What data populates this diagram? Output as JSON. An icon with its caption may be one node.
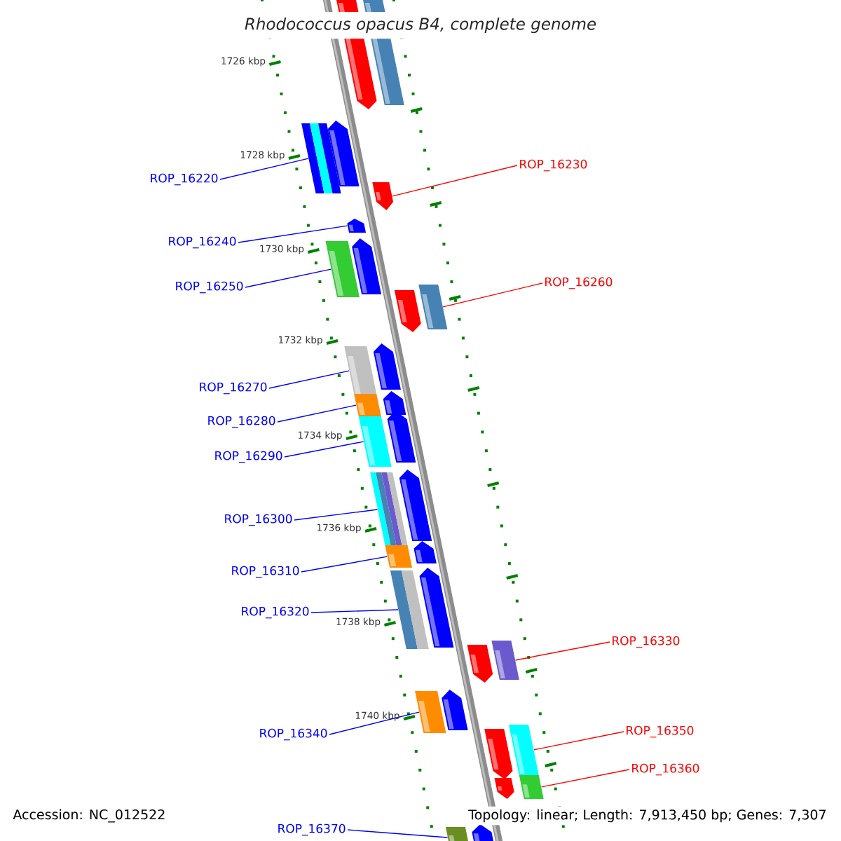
{
  "diagram": {
    "title": "Rhodococcus opacus B4, complete genome",
    "nodes": [
      {
        "text": [
          "ROP_16220"
        ]
      },
      {
        "text": [
          "ROP_16230"
        ]
      },
      {
        "text": [
          "ROP_16240"
        ]
      },
      {
        "text": [
          "ROP_16250"
        ]
      },
      {
        "text": [
          "ROP_16260"
        ]
      },
      {
        "text": [
          "ROP_16270"
        ]
      },
      {
        "text": [
          "ROP_16280"
        ]
      },
      {
        "text": [
          "ROP_16290"
        ]
      },
      {
        "text": [
          "ROP_16300"
        ]
      },
      {
        "text": [
          "ROP_16310"
        ]
      },
      {
        "text": [
          "ROP_16320"
        ]
      },
      {
        "text": [
          "ROP_16330"
        ]
      },
      {
        "text": [
          "ROP_16340"
        ]
      },
      {
        "text": [
          "ROP_16350"
        ]
      },
      {
        "text": [
          "ROP_16360"
        ]
      },
      {
        "text": [
          "ROP_16370"
        ]
      },
      {
        "text": [],
        "shape": "bar"
      },
      {
        "text": [],
        "shape": "bar"
      },
      {
        "text": [],
        "shape": "bar"
      },
      {
        "text": [],
        "shape": "bar"
      },
      {
        "text": [],
        "shape": "bar"
      },
      {
        "text": [],
        "shape": "bar"
      },
      {
        "text": [],
        "shape": "bar"
      },
      {
        "text": [],
        "shape": "bar"
      },
      {
        "text": [],
        "shape": "bar"
      },
      {
        "text": [],
        "shape": "bar"
      },
      {
        "text": [],
        "shape": "bar"
      },
      {
        "text": [],
        "shape": "bar"
      },
      {
        "text": [],
        "shape": "bar"
      },
      {
        "text": [],
        "shape": "bar"
      },
      {
        "text": [],
        "shape": "bar"
      },
      {
        "text": [],
        "shape": "bar"
      }
    ],
    "edges": [
      {
        "from": 0,
        "to": 16,
        "arrow": "none"
      },
      {
        "from": 1,
        "to": 17,
        "arrow": "none",
        "color": "#ff0000"
      },
      {
        "from": 2,
        "to": 18,
        "arrow": "none"
      },
      {
        "from": 3,
        "to": 19,
        "arrow": "none"
      },
      {
        "from": 4,
        "to": 20,
        "arrow": "none",
        "color": "#ff0000"
      },
      {
        "from": 5,
        "to": 21,
        "arrow": "none"
      },
      {
        "from": 6,
        "to": 22,
        "arrow": "none"
      },
      {
        "from": 7,
        "to": 23,
        "arrow": "none"
      },
      {
        "from": 8,
        "to": 24,
        "arrow": "none"
      },
      {
        "from": 9,
        "to": 25,
        "arrow": "none"
      },
      {
        "from": 10,
        "to": 26,
        "arrow": "none"
      },
      {
        "from": 11,
        "to": 27,
        "arrow": "none",
        "color": "#ff0000"
      },
      {
        "from": 12,
        "to": 28,
        "arrow": "none"
      },
      {
        "from": 13,
        "to": 29,
        "arrow": "none",
        "color": "#ff0000"
      },
      {
        "from": 14,
        "to": 30,
        "arrow": "none",
        "color": "#ff0000"
      },
      {
        "from": 15,
        "to": 31,
        "arrow": "none"
      }
    ],
    "labels": [
      "1726 kbp",
      "1728 kbp",
      "1730 kbp",
      "1732 kbp",
      "1734 kbp",
      "1736 kbp",
      "1738 kbp",
      "1740 kbp",
      "Accession: NC_012522",
      "Topology: linear; Length: 7,913,450 bp; Genes: 7,307"
    ]
  }
}
